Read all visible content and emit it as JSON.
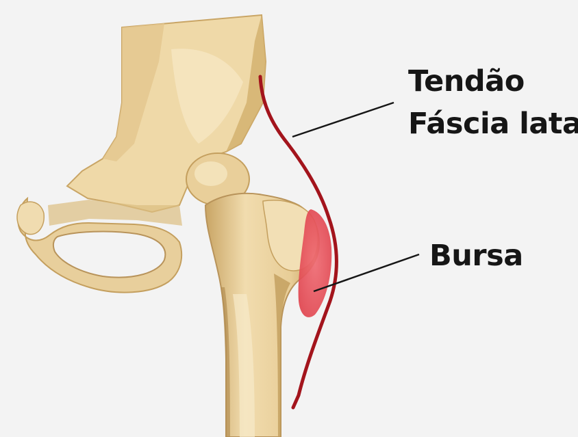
{
  "labels": {
    "tendon_line1": "Tendão",
    "tendon_line2": "Fáscia lata",
    "bursa": "Bursa"
  },
  "colors": {
    "background": "#f3f3f3",
    "bone_light": "#f1dcae",
    "bone_mid": "#e2c48c",
    "bone_shadow": "#c9a565",
    "bone_dark": "#a8844a",
    "tendon": "#a3141c",
    "bursa": "#e8525b",
    "leader_line": "#161616",
    "text": "#161616"
  }
}
